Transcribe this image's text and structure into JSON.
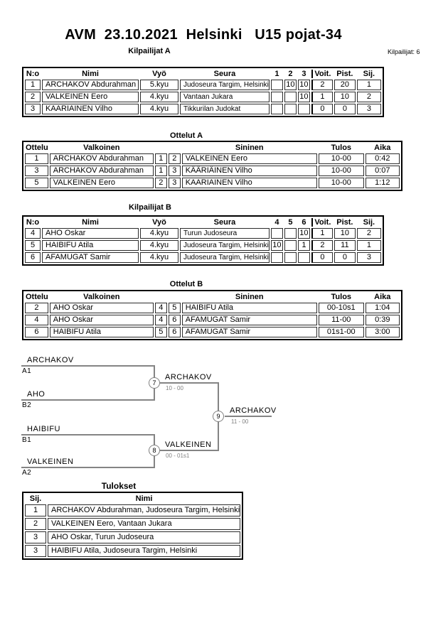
{
  "page": {
    "title": "AVM  23.10.2021  Helsinki   U15 pojat-34",
    "competitors_note": "Kilpailijat: 6"
  },
  "pool_a": {
    "title": "Kilpailijat A",
    "headers": {
      "no": "N:o",
      "name": "Nimi",
      "belt": "Vyö",
      "club": "Seura",
      "m1": "1",
      "m2": "2",
      "m3": "3",
      "wins": "Voit.",
      "points": "Pist.",
      "place": "Sij."
    },
    "rows": [
      {
        "no": "1",
        "name": "ARCHAKOV Abdurahman",
        "belt": "5.kyu",
        "club": "Judoseura Targim, Helsinki",
        "m1": "",
        "m2": "10",
        "m3": "10",
        "wins": "2",
        "points": "20",
        "place": "1"
      },
      {
        "no": "2",
        "name": "VALKEINEN Eero",
        "belt": "4.kyu",
        "club": "Vantaan Jukara",
        "m1": "",
        "m2": "",
        "m3": "10",
        "wins": "1",
        "points": "10",
        "place": "2"
      },
      {
        "no": "3",
        "name": "KAARIAINEN Vilho",
        "belt": "4.kyu",
        "club": "Tikkurilan Judokat",
        "m1": "",
        "m2": "",
        "m3": "",
        "wins": "0",
        "points": "0",
        "place": "3"
      }
    ]
  },
  "matches_a": {
    "title": "Ottelut A",
    "headers": {
      "match": "Ottelu",
      "white": "Valkoinen",
      "blue": "Sininen",
      "result": "Tulos",
      "time": "Aika"
    },
    "rows": [
      {
        "match": "1",
        "white": "ARCHAKOV Abdurahman",
        "wno": "1",
        "bno": "2",
        "blue": "VALKEINEN Eero",
        "result": "10-00",
        "time": "0:42"
      },
      {
        "match": "3",
        "white": "ARCHAKOV Abdurahman",
        "wno": "1",
        "bno": "3",
        "blue": "KÄÄRIÄINEN Vilho",
        "result": "10-00",
        "time": "0:07"
      },
      {
        "match": "5",
        "white": "VALKEINEN Eero",
        "wno": "2",
        "bno": "3",
        "blue": "KAARIAINEN Vilho",
        "result": "10-00",
        "time": "1:12"
      }
    ]
  },
  "pool_b": {
    "title": "Kilpailijat B",
    "headers": {
      "no": "N:o",
      "name": "Nimi",
      "belt": "Vyö",
      "club": "Seura",
      "m1": "4",
      "m2": "5",
      "m3": "6",
      "wins": "Voit.",
      "points": "Pist.",
      "place": "Sij."
    },
    "rows": [
      {
        "no": "4",
        "name": "AHO Oskar",
        "belt": "4.kyu",
        "club": "Turun Judoseura",
        "m1": "",
        "m2": "",
        "m3": "10",
        "wins": "1",
        "points": "10",
        "place": "2"
      },
      {
        "no": "5",
        "name": "HAIBIFU Atila",
        "belt": "4.kyu",
        "club": "Judoseura Targim, Helsinki",
        "m1": "10",
        "m2": "",
        "m3": "1",
        "wins": "2",
        "points": "11",
        "place": "1"
      },
      {
        "no": "6",
        "name": "AFAMUGAT Samir",
        "belt": "4.kyu",
        "club": "Judoseura Targim, Helsinki",
        "m1": "",
        "m2": "",
        "m3": "",
        "wins": "0",
        "points": "0",
        "place": "3"
      }
    ]
  },
  "matches_b": {
    "title": "Ottelut B",
    "headers": {
      "match": "Ottelu",
      "white": "Valkoinen",
      "blue": "Sininen",
      "result": "Tulos",
      "time": "Aika"
    },
    "rows": [
      {
        "match": "2",
        "white": "AHO Oskar",
        "wno": "4",
        "bno": "5",
        "blue": "HAIBIFU Atila",
        "result": "00-10s1",
        "time": "1:04"
      },
      {
        "match": "4",
        "white": "AHO Oskar",
        "wno": "4",
        "bno": "6",
        "blue": "AFAMUGAT Samir",
        "result": "11-00",
        "time": "0:39"
      },
      {
        "match": "6",
        "white": "HAIBIFU Atila",
        "wno": "5",
        "bno": "6",
        "blue": "AFAMUGAT Samir",
        "result": "01s1-00",
        "time": "3:00"
      }
    ]
  },
  "bracket": {
    "semi1": {
      "top_name": "ARCHAKOV",
      "top_seed": "A1",
      "bottom_name": "AHO",
      "bottom_seed": "B2",
      "match_no": "7",
      "winner": "ARCHAKOV",
      "score": "10 - 00"
    },
    "semi2": {
      "top_name": "HAIBIFU",
      "top_seed": "B1",
      "bottom_name": "VALKEINEN",
      "bottom_seed": "A2",
      "match_no": "8",
      "winner": "VALKEINEN",
      "score": "00 - 01s1"
    },
    "final": {
      "match_no": "9",
      "winner": "ARCHAKOV",
      "score": "11 - 00"
    }
  },
  "results": {
    "title": "Tulokset",
    "headers": {
      "place": "Sij.",
      "name": "Nimi"
    },
    "rows": [
      {
        "place": "1",
        "name": "ARCHAKOV Abdurahman, Judoseura Targim, Helsinki"
      },
      {
        "place": "2",
        "name": "VALKEINEN Eero, Vantaan Jukara"
      },
      {
        "place": "3",
        "name": "AHO Oskar, Turun Judoseura"
      },
      {
        "place": "3",
        "name": "HAIBIFU Atila, Judoseura Targim, Helsinki"
      }
    ]
  }
}
